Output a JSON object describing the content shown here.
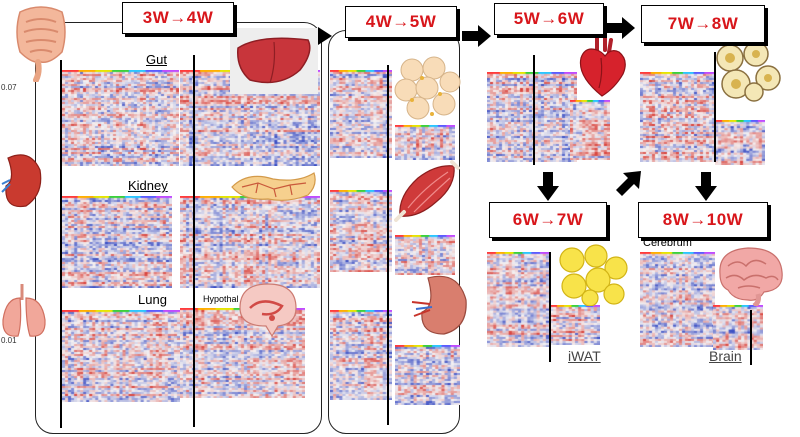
{
  "stages": [
    {
      "id": "s1",
      "label": "3W→4W"
    },
    {
      "id": "s2",
      "label": "4W→5W"
    },
    {
      "id": "s3",
      "label": "5W→6W"
    },
    {
      "id": "s4",
      "label": "7W→8W"
    },
    {
      "id": "s5",
      "label": "6W→7W"
    },
    {
      "id": "s6",
      "label": "8W→10W"
    }
  ],
  "tissue_labels": {
    "gut": "Gut",
    "kidney": "Kidney",
    "lung": "Lung",
    "hypothal": "Hypothal",
    "iwat": "iWAT",
    "brain": "Brain",
    "cerebrum": "Cerebrum"
  },
  "axis_ticks": {
    "top": "0.07",
    "bottom": "0.01"
  },
  "icons": {
    "intestine": "intestine-icon",
    "liver": "liver-icon",
    "pancreas": "pancreas-icon",
    "kidney": "kidney-icon",
    "lung": "lung-icon",
    "brain_section": "brain-section-icon",
    "fat_cells": "fat-cells-icon",
    "muscle": "muscle-icon",
    "heart": "heart-icon",
    "brown_fat": "brown-fat-icon",
    "white_fat": "white-fat-icon",
    "brain": "brain-icon"
  },
  "colors": {
    "stage_text": "#d8161b",
    "heat_high": "#d9433c",
    "heat_low": "#3b4fc4",
    "heat_mid": "#f4f1f2"
  }
}
